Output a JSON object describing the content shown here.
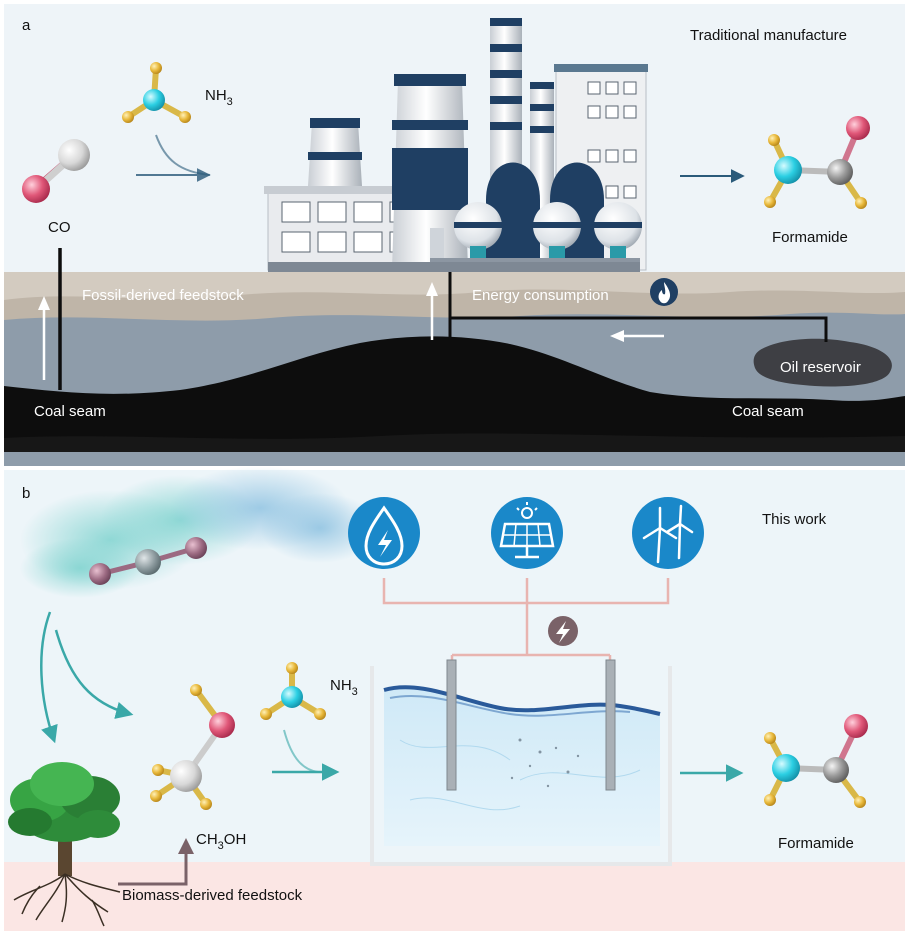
{
  "panel_a": {
    "letter": "a",
    "title": "Traditional manufacture",
    "labels": {
      "co": "CO",
      "nh3_main": "NH",
      "nh3_sub": "3",
      "formamide": "Formamide",
      "fossil": "Fossil-derived feedstock",
      "energy": "Energy consumption",
      "oil": "Oil reservoir",
      "coal_left": "Coal seam",
      "coal_right": "Coal seam"
    }
  },
  "panel_b": {
    "letter": "b",
    "title": "This work",
    "labels": {
      "nh3_main": "NH",
      "nh3_sub": "3",
      "ch3oh_a": "CH",
      "ch3oh_sub": "3",
      "ch3oh_b": "OH",
      "formamide": "Formamide",
      "biomass": "Biomass-derived feedstock"
    },
    "icons": [
      "hydro-power-icon",
      "solar-panel-icon",
      "wind-turbine-icon",
      "lightning-icon"
    ]
  },
  "colors": {
    "sky": "#eef4f8",
    "stratum": "#cfc6bb",
    "rock": "#8c9aa8",
    "coal": "#0d0d0d",
    "icon_blue": "#1a88c9",
    "wire": "#e8b4b0",
    "oxygen": "#e05778",
    "nitrogen": "#2bcfe3",
    "carbon": "#9a9a9a",
    "hydrogen": "#e8b83a",
    "factory_navy": "#1f3f63",
    "biomass_ground": "#fbe6e4"
  }
}
